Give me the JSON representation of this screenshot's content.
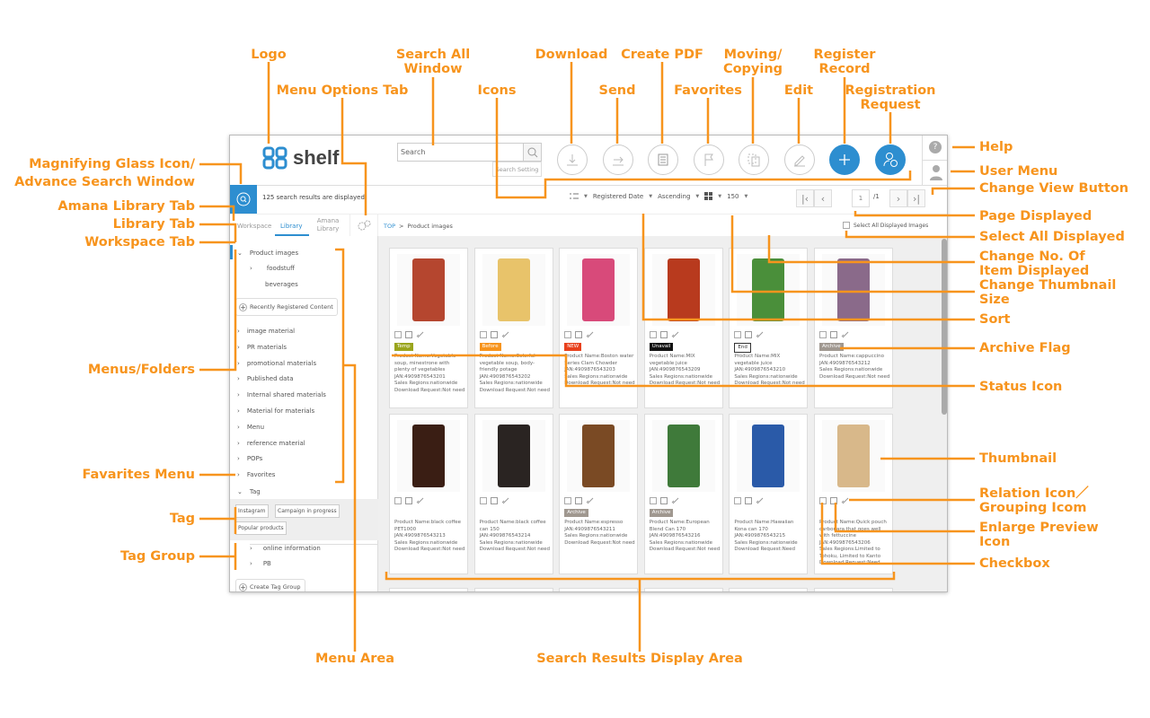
{
  "app": {
    "logo_text": "shelf",
    "accent": "#2d8ed0",
    "annotation_color": "#f7941d"
  },
  "header": {
    "search_placeholder": "Search",
    "search_setting": "Search Setting",
    "icons": [
      "download-icon",
      "send-icon",
      "create-pdf-icon",
      "favorites-icon",
      "move-copy-icon",
      "edit-icon",
      "register-record-icon",
      "registration-request-icon"
    ]
  },
  "status": {
    "message": "125 search results are displayed."
  },
  "toolbar": {
    "sort_field": "Registered Date",
    "sort_order": "Ascending",
    "items_per_page": "150",
    "page_current": "1",
    "page_total": "/1"
  },
  "tabs": {
    "workspace": "Workspace",
    "library": "Library",
    "amana": "Amana Library"
  },
  "breadcrumb": {
    "top": "TOP",
    "sep": ">",
    "current": "Product images"
  },
  "select_all": "Select All Displayed Images",
  "sidebar": {
    "root": "Product images",
    "sub": [
      "foodstuff",
      "beverages"
    ],
    "recent": "Recently Registered Content",
    "folders": [
      "image material",
      "PR materials",
      "promotional materials",
      "Published data",
      "Internal shared materials",
      "Material for materials",
      "Menu",
      "reference material",
      "POPs",
      "Favorites"
    ],
    "tag_header": "Tag",
    "tags": [
      "Instagram",
      "Campaign in progress",
      "Popular products"
    ],
    "tag_groups": [
      "online information",
      "PB"
    ],
    "create_tag_group": "Create Tag Group"
  },
  "cards": [
    {
      "badge": "Temp",
      "badge_color": "#9aa51d",
      "thumb": "#b5462f",
      "info": "Product Name:Vegetable soup, minestrone with plenty of vegetables\nJAN:4909876543201\nSales Regions:nationwide\nDownload Request:Not need"
    },
    {
      "badge": "Before",
      "badge_color": "#f7941d",
      "thumb": "#e8c36a",
      "info": "Product Name:Colorful vegetable soup, body-friendly potage\nJAN:4909876543202\nSales Regions:nationwide\nDownload Request:Not need"
    },
    {
      "badge": "NEW",
      "badge_color": "#e8401c",
      "thumb": "#d84a7a",
      "info": "Product Name:Boston water Series Clam Chowder\nJAN:4909876543203\nSales Regions:nationwide\nDownload Request:Not need"
    },
    {
      "badge": "Unavail",
      "badge_color": "#111111",
      "thumb": "#b83a1e",
      "info": "Product Name:MIX vegetable juice\nJAN:4909876543209\nSales Regions:nationwide\nDownload Request:Not need"
    },
    {
      "badge": "End",
      "badge_color": "#ffffff",
      "thumb": "#4a8f3a",
      "info": "Product Name:MIX vegetable juice\nJAN:4909876543210\nSales Regions:nationwide\nDownload Request:Not need"
    },
    {
      "badge": "Archive",
      "badge_color": "#a09890",
      "thumb": "#8a6a8a",
      "info": "Product Name:cappuccino\nJAN:4909876543212\nSales Regions:nationwide\nDownload Request:Not need"
    },
    {
      "badge": "",
      "badge_color": "",
      "thumb": "#3a1e14",
      "info": "Product Name:black coffee PET1000\nJAN:4909876543213\nSales Regions:nationwide\nDownload Request:Not need"
    },
    {
      "badge": "",
      "badge_color": "",
      "thumb": "#2a2422",
      "info": "Product Name:black coffee can 150\nJAN:4909876543214\nSales Regions:nationwide\nDownload Request:Not need"
    },
    {
      "badge": "Archive",
      "badge_color": "#a09890",
      "thumb": "#7a4a24",
      "info": "Product Name:espresso\nJAN:4909876543211\nSales Regions:nationwide\nDownload Request:Not need"
    },
    {
      "badge": "Archive",
      "badge_color": "#a09890",
      "thumb": "#3f7a3a",
      "info": "Product Name:European Blend Can 170\nJAN:4909876543216\nSales Regions:nationwide\nDownload Request:Not need"
    },
    {
      "badge": "",
      "badge_color": "",
      "thumb": "#2a5aa8",
      "info": "Product Name:Hawaiian Kona can 170\nJAN:4909876543215\nSales Regions:nationwide\nDownload Request:Need"
    },
    {
      "badge": "",
      "badge_color": "",
      "thumb": "#d8b88a",
      "info": "Product Name:Quick pouch carbonara that goes well with fettuccine\nJAN:4909876543206\nSales Regions:Limited to Tohoku, Limited to Kanto\nDownload Request:Need"
    }
  ],
  "partial_row_thumbs": [
    "#8a6a2a",
    "#c89a4a",
    "#b84a3a",
    "#6a6aa8",
    "#a0a0b0",
    "#4a7aa8"
  ],
  "annotations": {
    "logo": "Logo",
    "search_all": "Search All",
    "window": "Window",
    "menu_options": "Menu Options Tab",
    "icons": "Icons",
    "download": "Download",
    "send": "Send",
    "create_pdf": "Create PDF",
    "favorites": "Favorites",
    "moving": "Moving/",
    "copying": "Copying",
    "edit": "Edit",
    "register": "Register",
    "record": "Record",
    "registration": "Registration",
    "request": "Request",
    "magnify1": "Magnifying Glass Icon/",
    "magnify2": "Advance Search Window",
    "amana_tab": "Amana Library Tab",
    "library_tab": "Library Tab",
    "workspace_tab": "Workspace Tab",
    "menus_folders": "Menus/Folders",
    "fav_menu": "Favarites Menu",
    "tag": "Tag",
    "tag_group": "Tag Group",
    "help": "Help",
    "user_menu": "User Menu",
    "change_view": "Change View Button",
    "page_displayed": "Page Displayed",
    "select_all": "Select All Displayed",
    "change_no1": "Change No. Of",
    "change_no2": "Item Displayed",
    "thumb_size1": "Change Thumbnail",
    "thumb_size2": "Size",
    "sort": "Sort",
    "archive_flag": "Archive Flag",
    "status_icon": "Status Icon",
    "thumbnail": "Thumbnail",
    "relation1": "Relation Icon／",
    "relation2": "Grouping Icom",
    "enlarge1": "Enlarge Preview",
    "enlarge2": "Icon",
    "checkbox": "Checkbox",
    "menu_area": "Menu Area",
    "results_area": "Search Results Display Area"
  }
}
